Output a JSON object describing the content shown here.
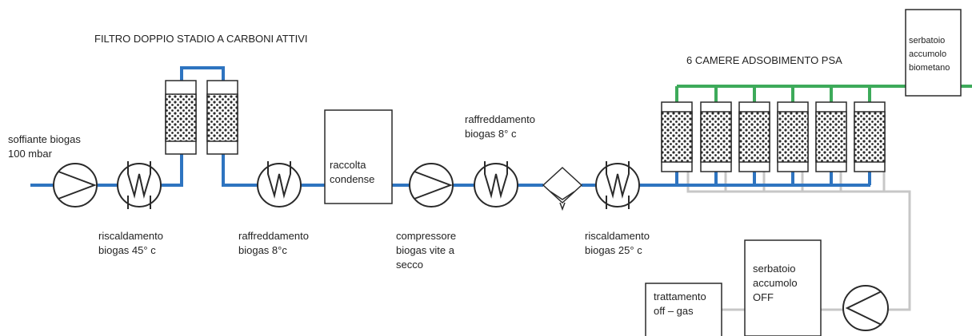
{
  "titles": {
    "filter": "FILTRO DOPPIO STADIO A CARBONI ATTIVI",
    "psa": "6 CAMERE ADSOBIMENTO PSA"
  },
  "labels": {
    "blower": [
      "soffiante biogas",
      "100 mbar"
    ],
    "heating1": [
      "riscaldamento",
      "biogas 45° c"
    ],
    "cooling1": [
      "raffreddamento",
      "biogas 8°c"
    ],
    "condensate": [
      "raccolta",
      "condense"
    ],
    "compressor": [
      "compressore",
      "biogas vite a",
      "secco"
    ],
    "cooling2": [
      "raffreddamento",
      "biogas 8° c"
    ],
    "heating2": [
      "riscaldamento",
      "biogas 25° c"
    ],
    "biomethane_tank": [
      "serbatoio",
      "accumolo",
      "biometano"
    ],
    "off_gas_treatment": [
      "trattamento",
      "off – gas"
    ],
    "off_tank": [
      "serbatoio",
      "accumolo",
      "OFF"
    ]
  },
  "colors": {
    "biogas_line": "#2e74c0",
    "biomethane_line": "#3daa5a",
    "offgas_line": "#c7c7c7",
    "outline": "#2a2a2a"
  },
  "icons": [
    "pump-icon",
    "heat-exchanger-icon",
    "carbon-filter-icon",
    "condensate-tank-icon",
    "compressor-icon",
    "separator-icon",
    "psa-column-icon",
    "storage-tank-icon"
  ]
}
